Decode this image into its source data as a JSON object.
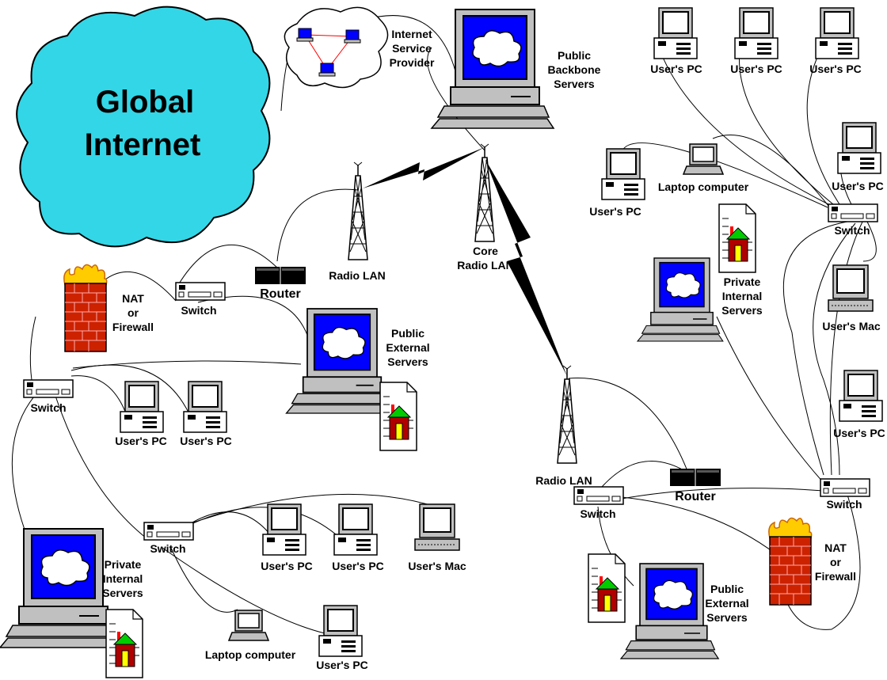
{
  "cloud": {
    "line1": "Global",
    "line2": "Internet",
    "color": "#33d6e6"
  },
  "isp": {
    "line1": "Internet",
    "line2": "Service",
    "line3": "Provider"
  },
  "backbone": {
    "line1": "Public",
    "line2": "Backbone",
    "line3": "Servers"
  },
  "core": {
    "line1": "Core",
    "line2": "Radio LAN"
  },
  "left_site": {
    "radio": "Radio LAN",
    "router": "Router",
    "switch_top": "Switch",
    "firewall": {
      "line1": "NAT",
      "line2": "or",
      "line3": "Firewall"
    },
    "switch_main": "Switch",
    "external_servers": {
      "line1": "Public",
      "line2": "External",
      "line3": "Servers"
    },
    "pc1": "User's PC",
    "pc2": "User's PC",
    "switch_bottom": "Switch",
    "pc3": "User's PC",
    "pc4": "User's PC",
    "mac": "User's Mac",
    "laptop": "Laptop computer",
    "pc5": "User's PC",
    "internal_servers": {
      "line1": "Private",
      "line2": "Internal",
      "line3": "Servers"
    }
  },
  "right_site": {
    "pc_top1": "User's PC",
    "pc_top2": "User's PC",
    "pc_top3": "User's PC",
    "pc_left": "User's PC",
    "laptop": "Laptop computer",
    "pc_right": "User's PC",
    "switch_top": "Switch",
    "internal_servers": {
      "line1": "Private",
      "line2": "Internal",
      "line3": "Servers"
    },
    "mac": "User's Mac",
    "pc_right2": "User's PC",
    "switch_bottom": "Switch",
    "firewall": {
      "line1": "NAT",
      "line2": "or",
      "line3": "Firewall"
    },
    "radio": "Radio LAN",
    "router": "Router",
    "switch_main": "Switch",
    "external_servers": {
      "line1": "Public",
      "line2": "External",
      "line3": "Servers"
    }
  },
  "colors": {
    "screen_blue": "#0000ff",
    "case_gray": "#c0c0c0",
    "brick_red": "#c00000",
    "flame": "#ffcc00",
    "house_green": "#00cc00",
    "house_red": "#b00000"
  }
}
